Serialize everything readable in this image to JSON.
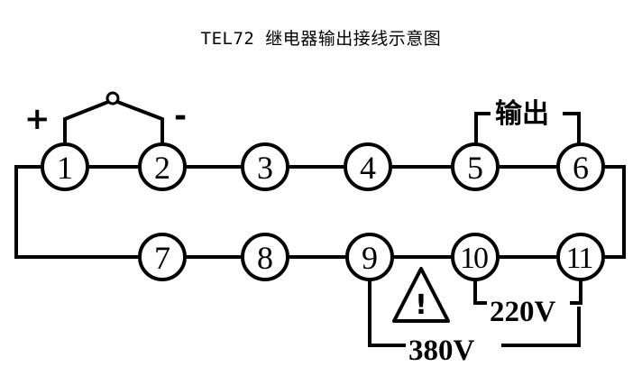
{
  "title": "TEL72 继电器输出接线示意图",
  "terminals": {
    "t1": "1",
    "t2": "2",
    "t3": "3",
    "t4": "4",
    "t5": "5",
    "t6": "6",
    "t7": "7",
    "t8": "8",
    "t9": "9",
    "t10": "10",
    "t11": "11"
  },
  "labels": {
    "plus": "+",
    "minus": "-",
    "output": "输出",
    "v220": "220V",
    "v380": "380V",
    "warning_mark": "!"
  },
  "icons": {
    "warning": "warning-triangle-icon"
  },
  "colors": {
    "ink": "#000000",
    "background": "#ffffff"
  }
}
